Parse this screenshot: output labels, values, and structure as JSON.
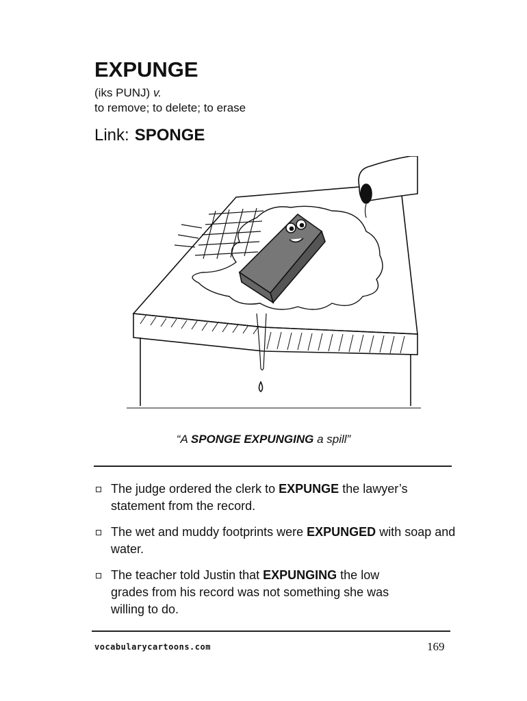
{
  "entry": {
    "word": "EXPUNGE",
    "pronunciation": "(iks PUNJ)",
    "part_of_speech": "v.",
    "definition": "to remove; to delete; to erase",
    "link_label": "Link:",
    "link_word": "SPONGE"
  },
  "cartoon": {
    "icon": "sponge-spill-cartoon"
  },
  "caption": {
    "open": "“A ",
    "bold": "SPONGE EXPUNGING",
    "close": " a spill”"
  },
  "sentences": [
    {
      "before": "The judge ordered the clerk to ",
      "bold": "EXPUNGE",
      "after": " the lawyer’s statement from the record."
    },
    {
      "before": "The wet and muddy footprints were ",
      "bold": "EXPUNGED",
      "after": " with soap and water."
    },
    {
      "before": "The teacher told Justin that ",
      "bold": "EXPUNGING",
      "after": " the low grades from his record was not something she was willing to do."
    }
  ],
  "footer": {
    "site": "vocabularycartoons.com",
    "page_number": "169"
  }
}
